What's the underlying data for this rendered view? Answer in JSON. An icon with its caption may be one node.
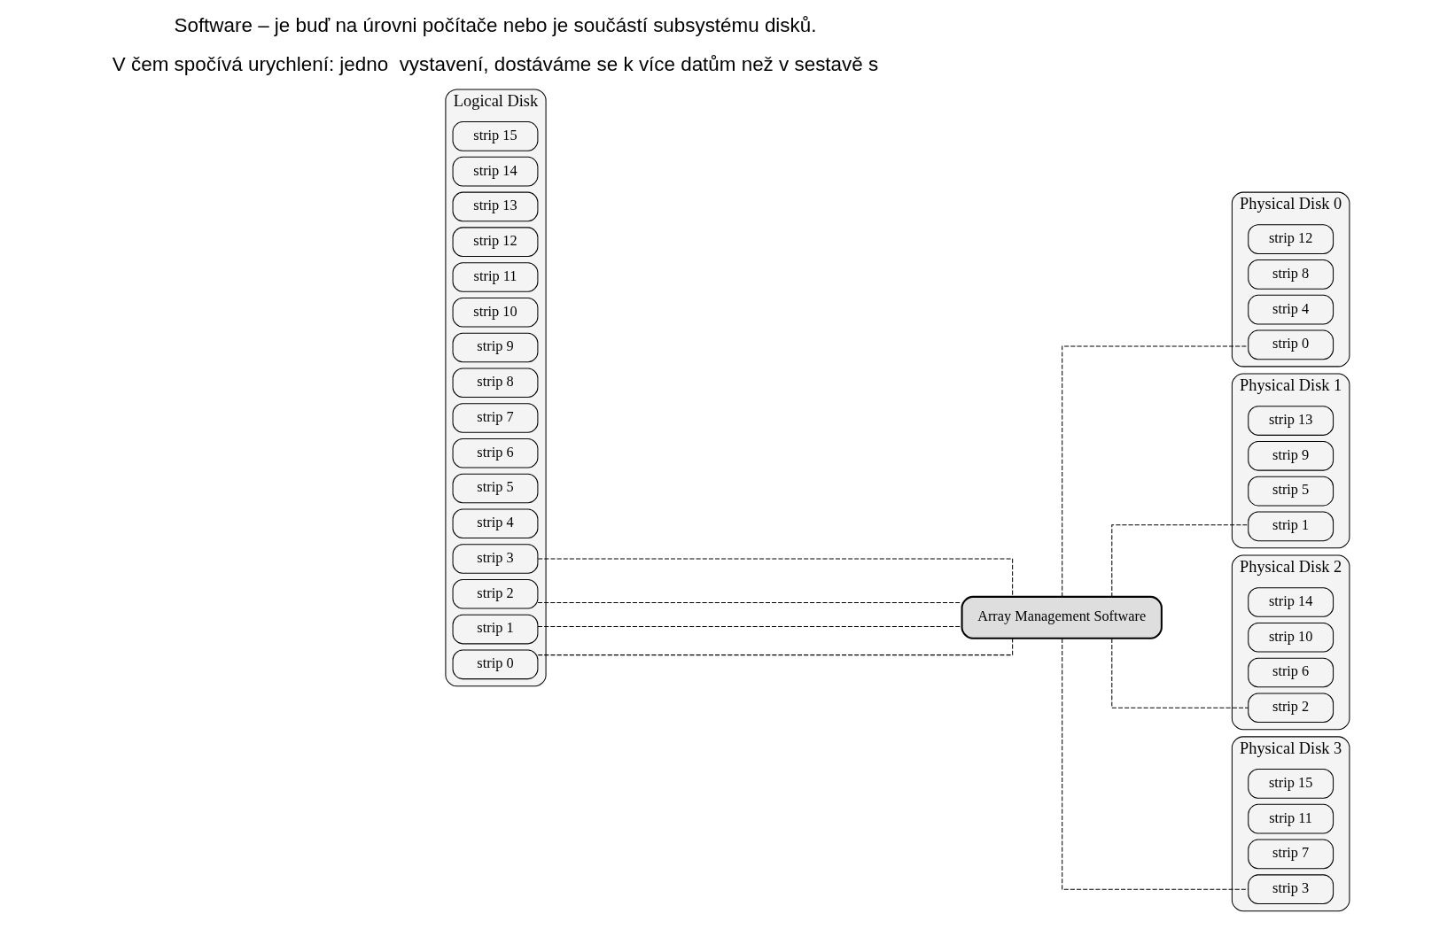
{
  "diagram": {
    "nodes": [
      {
        "text": [
          "Logical Disk"
        ]
      },
      {
        "text": [
          "strip 0"
        ],
        "in": 0
      },
      {
        "text": [
          "strip 1"
        ],
        "in": 0
      },
      {
        "text": [
          "strip 2"
        ],
        "in": 0
      },
      {
        "text": [
          "strip 3"
        ],
        "in": 0
      },
      {
        "text": [
          "strip 4"
        ],
        "in": 0
      },
      {
        "text": [
          "strip 5"
        ],
        "in": 0
      },
      {
        "text": [
          "strip 6"
        ],
        "in": 0
      },
      {
        "text": [
          "strip 7"
        ],
        "in": 0
      },
      {
        "text": [
          "strip 8"
        ],
        "in": 0
      },
      {
        "text": [
          "strip 9"
        ],
        "in": 0
      },
      {
        "text": [
          "strip 10"
        ],
        "in": 0
      },
      {
        "text": [
          "strip 11"
        ],
        "in": 0
      },
      {
        "text": [
          "strip 12"
        ],
        "in": 0
      },
      {
        "text": [
          "strip 13"
        ],
        "in": 0
      },
      {
        "text": [
          "strip 14"
        ],
        "in": 0
      },
      {
        "text": [
          "strip 15"
        ],
        "in": 0
      },
      {
        "text": [
          "Physical Disk 0"
        ]
      },
      {
        "text": [
          "strip 0"
        ],
        "in": 17
      },
      {
        "text": [
          "strip 4"
        ],
        "in": 17
      },
      {
        "text": [
          "strip 8"
        ],
        "in": 17
      },
      {
        "text": [
          "strip 12"
        ],
        "in": 17
      },
      {
        "text": [
          "Physical Disk 1"
        ]
      },
      {
        "text": [
          "strip 1"
        ],
        "in": 22
      },
      {
        "text": [
          "strip 5"
        ],
        "in": 22
      },
      {
        "text": [
          "strip 9"
        ],
        "in": 22
      },
      {
        "text": [
          "strip 13"
        ],
        "in": 22
      },
      {
        "text": [
          "Physical Disk 2"
        ]
      },
      {
        "text": [
          "strip 2"
        ],
        "in": 27
      },
      {
        "text": [
          "strip 6"
        ],
        "in": 27
      },
      {
        "text": [
          "strip 10"
        ],
        "in": 27
      },
      {
        "text": [
          "strip 14"
        ],
        "in": 27
      },
      {
        "text": [
          "Physical Disk 3"
        ]
      },
      {
        "text": [
          "strip 3"
        ],
        "in": 32
      },
      {
        "text": [
          "strip 7"
        ],
        "in": 32
      },
      {
        "text": [
          "strip 11"
        ],
        "in": 32
      },
      {
        "text": [
          "strip 15"
        ],
        "in": 32
      },
      {
        "text": [
          "Array Management Software"
        ]
      }
    ],
    "edges": [
      {
        "from": 1,
        "to": 37,
        "arrow": "none",
        "style": "dashed"
      },
      {
        "from": 2,
        "to": 37,
        "arrow": "none",
        "style": "dashed"
      },
      {
        "from": 3,
        "to": 37,
        "arrow": "none",
        "style": "dashed"
      },
      {
        "from": 4,
        "to": 37,
        "arrow": "none",
        "style": "dashed"
      },
      {
        "from": 37,
        "to": 18,
        "arrow": "none",
        "style": "dashed"
      },
      {
        "from": 37,
        "to": 23,
        "arrow": "none",
        "style": "dashed"
      },
      {
        "from": 37,
        "to": 28,
        "arrow": "none",
        "style": "dashed"
      },
      {
        "from": 37,
        "to": 33,
        "arrow": "none",
        "style": "dashed"
      }
    ],
    "labels": [
      "Software – je buď na úrovni počítače nebo je součástí subsystému disků.",
      "V čem spočívá urychlení: jedno  vystavení, dostáváme se k více datům než v sestavě s"
    ]
  }
}
